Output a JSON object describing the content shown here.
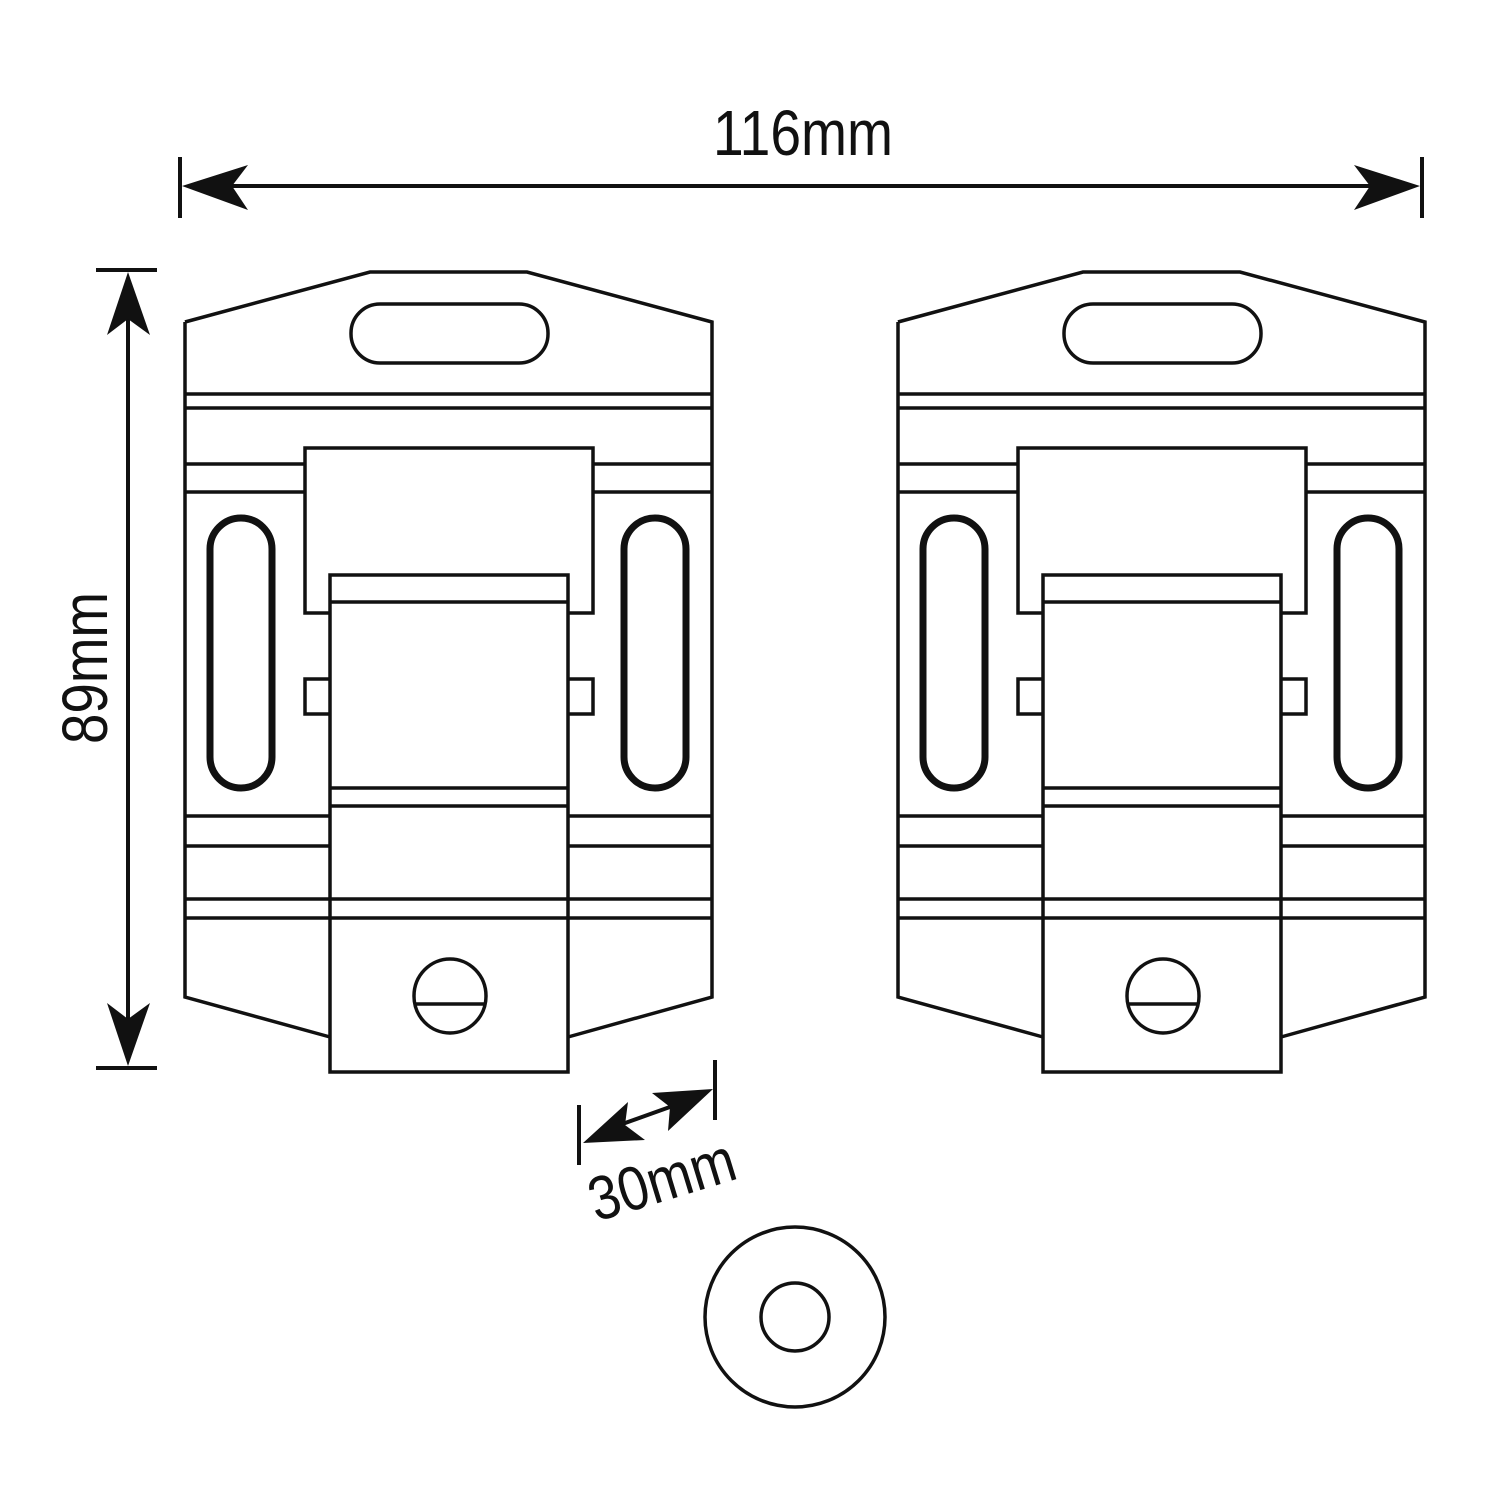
{
  "diagram": {
    "type": "technical dimension drawing",
    "subject": "pair of buckle clips with washer",
    "colors": {
      "line": "#111111",
      "background": "#ffffff"
    },
    "dimensions": {
      "width": {
        "label": "116mm",
        "value": 116,
        "unit": "mm"
      },
      "height": {
        "label": "89mm",
        "value": 89,
        "unit": "mm"
      },
      "strap_width": {
        "label": "30mm",
        "value": 30,
        "unit": "mm"
      }
    },
    "parts": [
      {
        "name": "clip-left"
      },
      {
        "name": "clip-right"
      },
      {
        "name": "washer"
      }
    ]
  }
}
